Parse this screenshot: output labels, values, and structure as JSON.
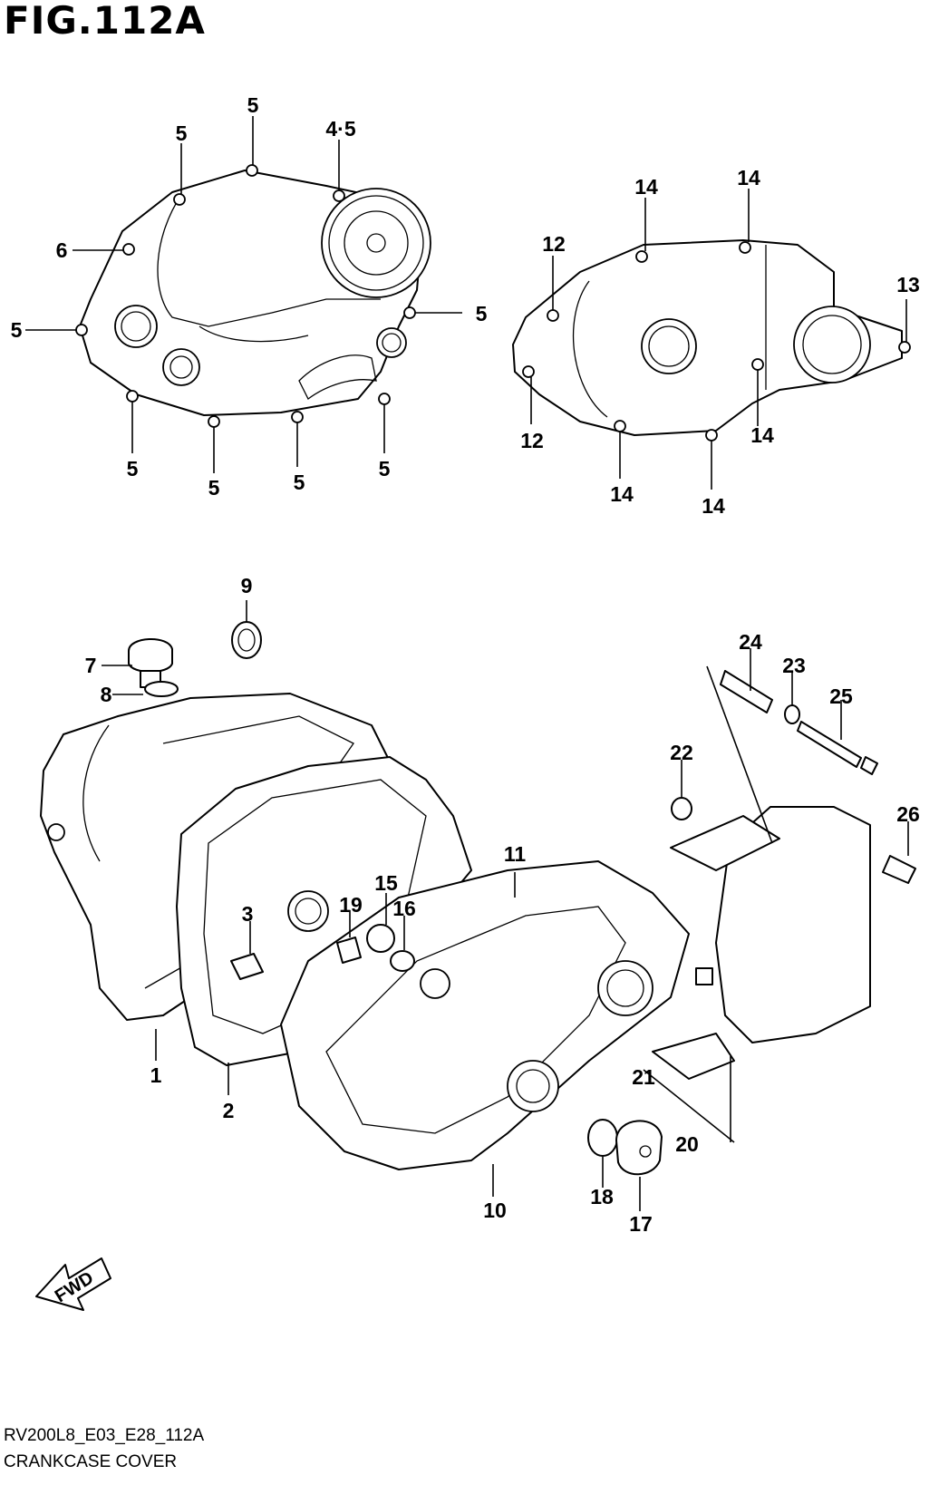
{
  "figure": {
    "title": "FIG.112A",
    "code": "RV200L8_E03_E28_112A",
    "name": "CRANKCASE COVER",
    "fwd_label": "FWD"
  },
  "callouts": {
    "c5a": "5",
    "c5b": "5",
    "c45": "4·5",
    "c6": "6",
    "c5c": "5",
    "c5d": "5",
    "c5e": "5",
    "c5f": "5",
    "c5g": "5",
    "c5h": "5",
    "c12a": "12",
    "c14a": "14",
    "c14b": "14",
    "c13": "13",
    "c12b": "12",
    "c14c": "14",
    "c14d": "14",
    "c14e": "14",
    "c9": "9",
    "c7": "7",
    "c8": "8",
    "c24": "24",
    "c23": "23",
    "c25": "25",
    "c22": "22",
    "c26": "26",
    "c11": "11",
    "c15": "15",
    "c3": "3",
    "c19": "19",
    "c16": "16",
    "c1": "1",
    "c2": "2",
    "c21": "21",
    "c20": "20",
    "c18": "18",
    "c17": "17",
    "c10": "10"
  }
}
